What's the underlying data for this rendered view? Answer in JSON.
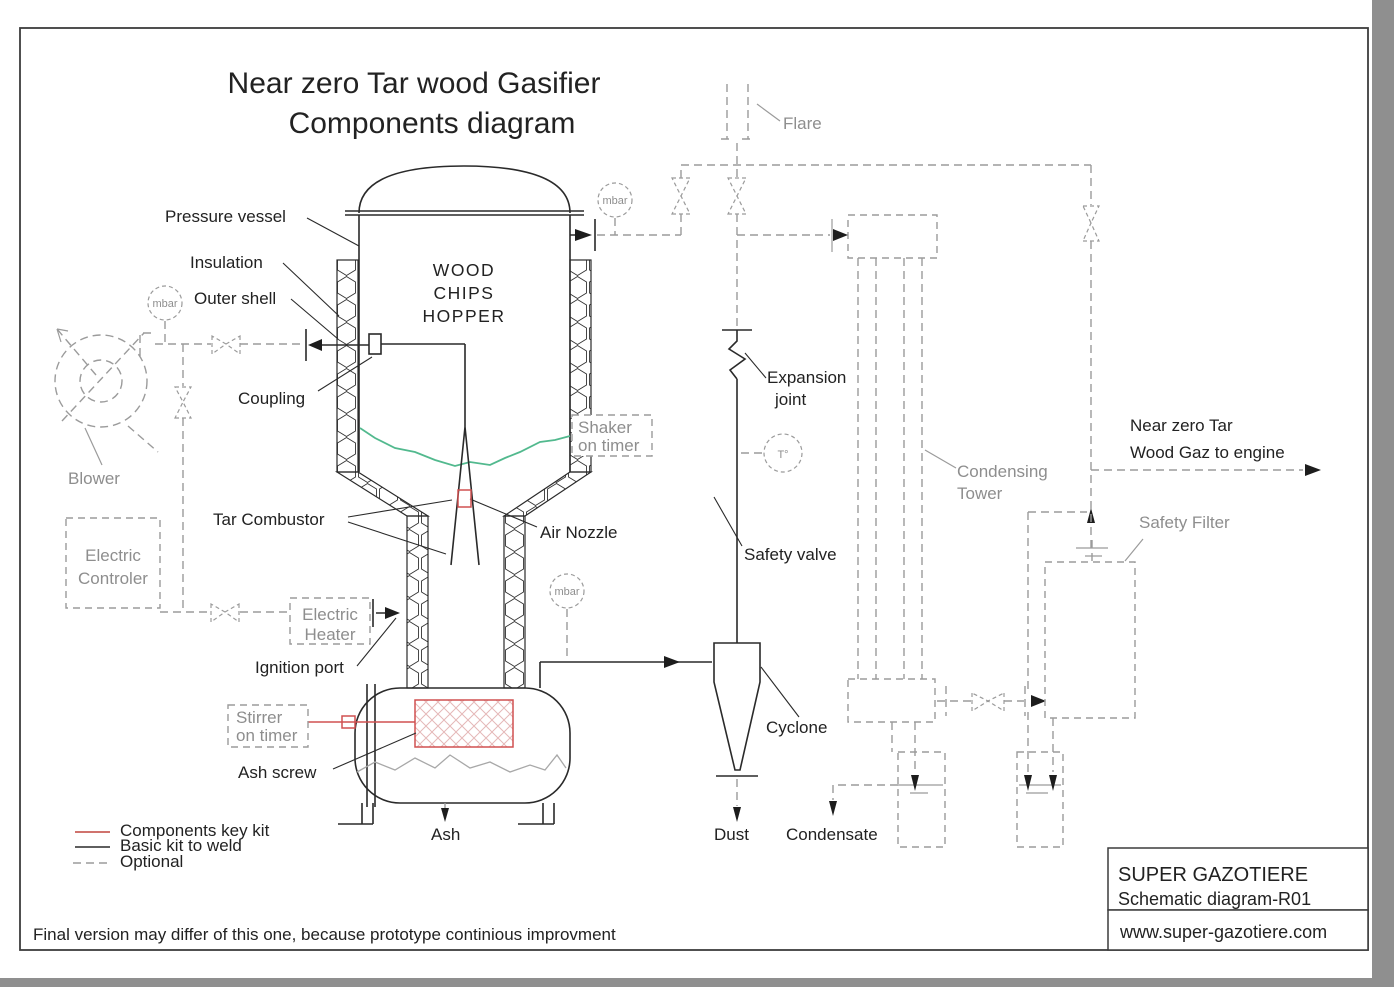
{
  "title": {
    "line1": "Near zero Tar wood Gasifier",
    "line2": "Components diagram"
  },
  "hopper": {
    "line1": "WOOD",
    "line2": "CHIPS",
    "line3": "HOPPER"
  },
  "labels": {
    "pressure_vessel": "Pressure vessel",
    "insulation": "Insulation",
    "outer_shell": "Outer shell",
    "coupling": "Coupling",
    "blower": "Blower",
    "electric_controler_1": "Electric",
    "electric_controler_2": "Controler",
    "tar_combustor": "Tar Combustor",
    "air_nozzle": "Air Nozzle",
    "shaker_1": "Shaker",
    "shaker_2": "on timer",
    "electric_heater_1": "Electric",
    "electric_heater_2": "Heater",
    "ignition_port": "Ignition port",
    "stirrer_1": "Stirrer",
    "stirrer_2": "on timer",
    "ash_screw": "Ash screw",
    "ash": "Ash",
    "flare": "Flare",
    "expansion_1": "Expansion",
    "expansion_2": "joint",
    "safety_valve": "Safety valve",
    "condensing_1": "Condensing",
    "condensing_2": "Tower",
    "safety_filter": "Safety Filter",
    "cyclone": "Cyclone",
    "dust": "Dust",
    "condensate": "Condensate",
    "engine_1": "Near zero Tar",
    "engine_2": "Wood Gaz to engine",
    "gauge_mbar": "mbar",
    "gauge_temp": "T°"
  },
  "legend": {
    "key_kit": "Components key kit",
    "basic_kit": "Basic kit to weld",
    "optional": "Optional"
  },
  "note": "Final version may differ of this one, because prototype continious improvment",
  "title_block": {
    "company": "SUPER GAZOTIERE",
    "doc": "Schematic diagram-R01",
    "website": "www.super-gazotiere.com"
  },
  "colors": {
    "basic_black": "#2a2a2a",
    "optional_gray": "#9b9b9b",
    "key_kit_red": "#c95f58",
    "chips_green": "#52b98e"
  }
}
